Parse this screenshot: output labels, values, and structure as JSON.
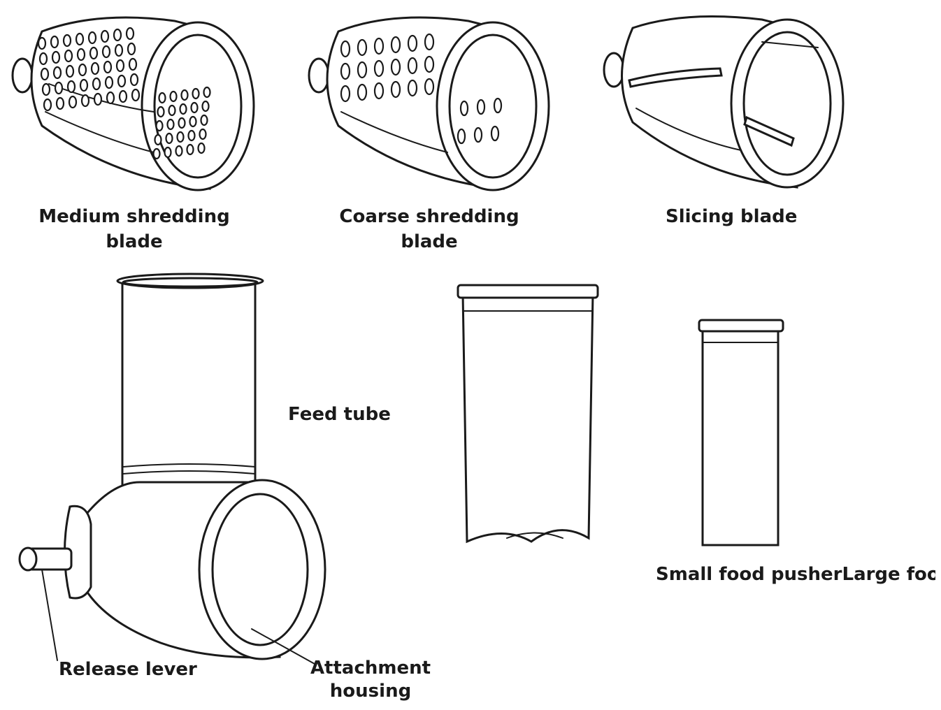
{
  "labels": {
    "medium_shredding_blade": [
      "Medium shredding",
      "blade"
    ],
    "coarse_shredding_blade": [
      "Coarse shredding",
      "blade"
    ],
    "slicing_blade": "Slicing blade",
    "feed_tube": "Feed tube",
    "small_food_pusher": "Small food pusherLarge food",
    "release_lever": "Release lever",
    "attachment_housing": [
      "Attachment",
      "housing"
    ]
  },
  "colors": {
    "line": "#1a1a1a",
    "background": "#ffffff"
  }
}
